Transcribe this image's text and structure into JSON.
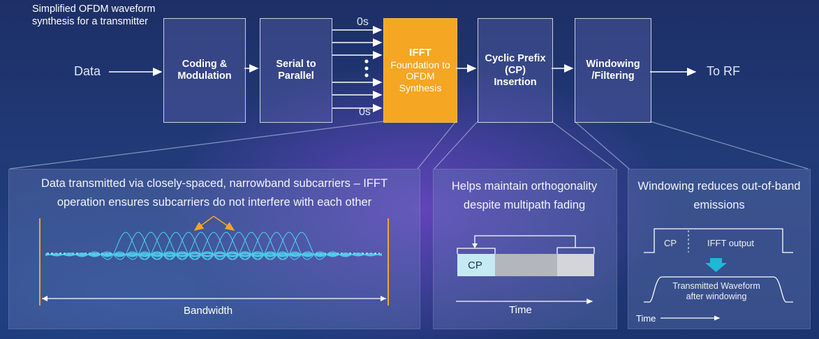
{
  "caption": "Simplified OFDM waveform synthesis for a transmitter",
  "flow": {
    "input_label": "Data",
    "output_label": "To RF",
    "zeros_top": "0s",
    "zeros_bottom": "0s"
  },
  "blocks": {
    "coding": "Coding & Modulation",
    "serial": "Serial to Parallel",
    "ifft_title": "IFFT",
    "ifft_sub": "Foundation to OFDM Synthesis",
    "cp": "Cyclic Prefix (CP) Insertion",
    "windowing": "Windowing /Filtering"
  },
  "panels": {
    "subcarriers": {
      "text": "Data transmitted via closely-spaced, narrowband subcarriers – IFFT operation ensures subcarriers do not interfere with each other",
      "axis_label": "Bandwidth"
    },
    "cp": {
      "text": "Helps maintain orthogonality despite multipath fading",
      "cp_label": "CP",
      "axis_label": "Time"
    },
    "window": {
      "text": "Windowing reduces out-of-band emissions",
      "cp_label": "CP",
      "ifft_label": "IFFT output",
      "waveform_label": "Transmitted Waveform after windowing",
      "axis_label": "Time"
    }
  },
  "colors": {
    "ifft": "#f5a623",
    "curve": "#4fd0ee",
    "bar": "#f5a623",
    "cp_block": "#c5eaf4",
    "down_arrow": "#1fb8d6"
  }
}
